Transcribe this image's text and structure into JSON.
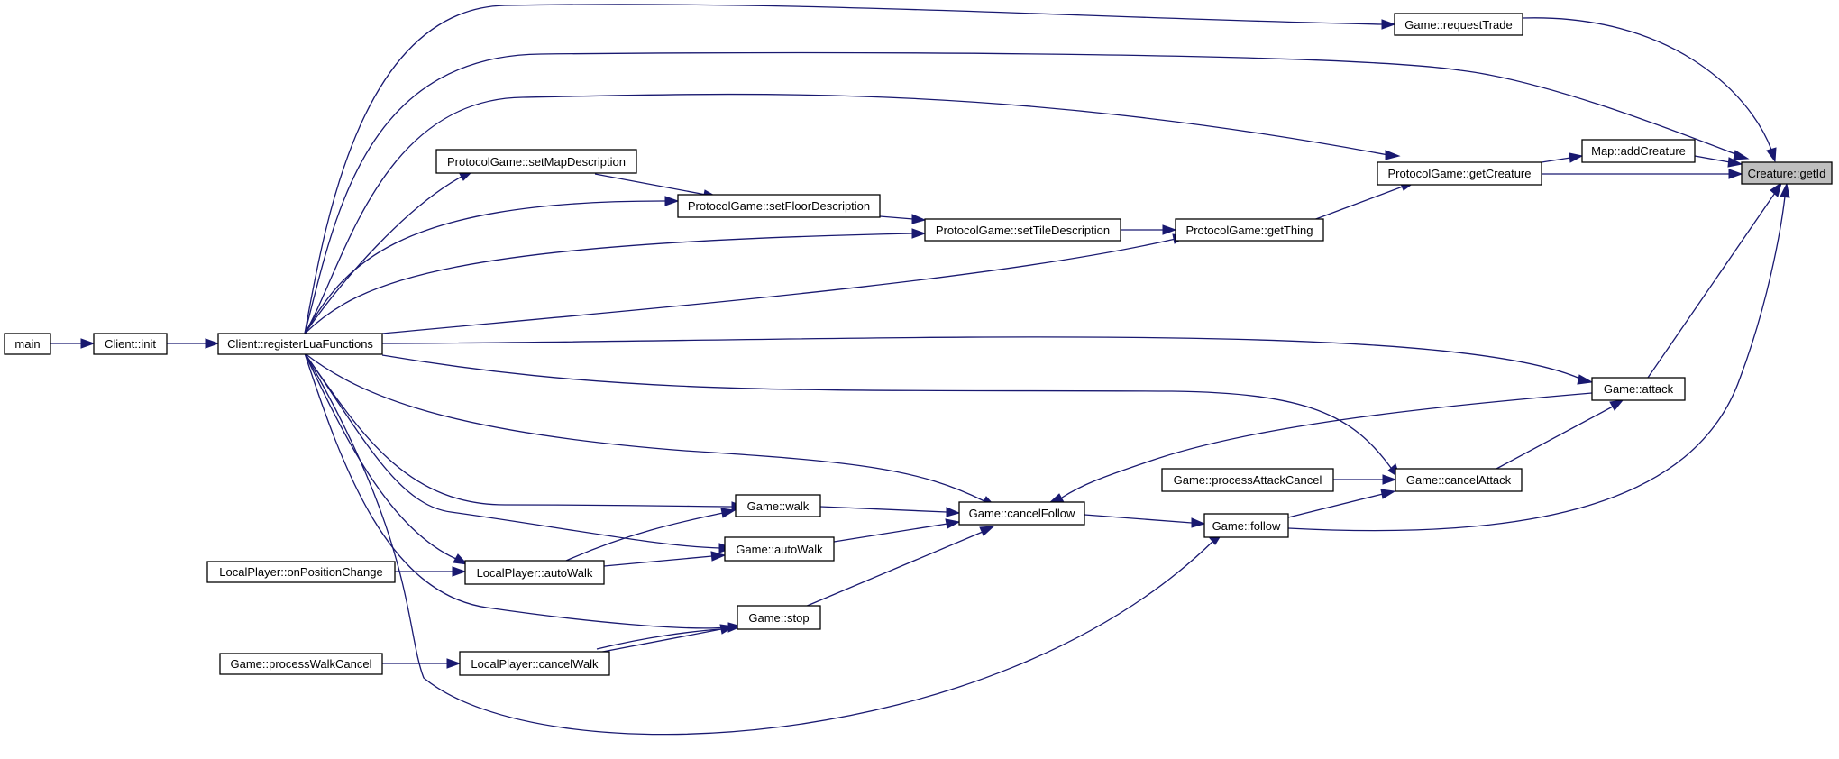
{
  "colors": {
    "edge": "#191970",
    "node_border": "#000000",
    "highlight_fill": "#bfbfbf",
    "background": "#ffffff"
  },
  "nodes": {
    "main": "main",
    "client_init": "Client::init",
    "register_lua": "Client::registerLuaFunctions",
    "lp_on_position_change": "LocalPlayer::onPositionChange",
    "game_process_walk_cancel": "Game::processWalkCancel",
    "pg_set_map_description": "ProtocolGame::setMapDescription",
    "pg_set_floor_description": "ProtocolGame::setFloorDescription",
    "pg_set_tile_description": "ProtocolGame::setTileDescription",
    "pg_get_thing": "ProtocolGame::getThing",
    "pg_get_creature": "ProtocolGame::getCreature",
    "game_request_trade": "Game::requestTrade",
    "map_add_creature": "Map::addCreature",
    "creature_get_id": "Creature::getId",
    "game_attack": "Game::attack",
    "game_process_attack_cancel": "Game::processAttackCancel",
    "game_cancel_attack": "Game::cancelAttack",
    "game_cancel_follow": "Game::cancelFollow",
    "game_follow": "Game::follow",
    "game_walk": "Game::walk",
    "game_auto_walk": "Game::autoWalk",
    "lp_auto_walk": "LocalPlayer::autoWalk",
    "game_stop": "Game::stop",
    "lp_cancel_walk": "LocalPlayer::cancelWalk"
  }
}
